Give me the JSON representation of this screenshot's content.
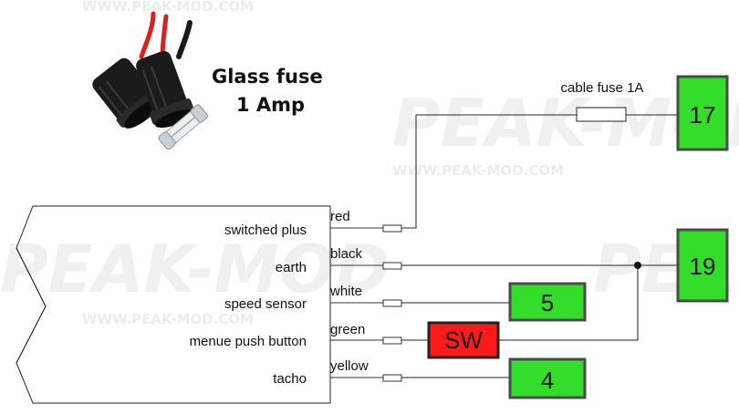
{
  "watermark": {
    "url": "WWW.PEAK-MOD.COM",
    "brand": "PEAK-MOD"
  },
  "fuse_photo": {
    "title_line1": "Glass fuse",
    "title_line2": "1 Amp"
  },
  "cable_fuse": {
    "label": "cable fuse 1A"
  },
  "pins": [
    {
      "name": "switched plus",
      "wire": "red"
    },
    {
      "name": "earth",
      "wire": "black"
    },
    {
      "name": "speed sensor",
      "wire": "white"
    },
    {
      "name": "menue push button",
      "wire": "green"
    },
    {
      "name": "tacho",
      "wire": "yellow"
    }
  ],
  "terminals": {
    "t17": "17",
    "t19": "19",
    "t5": "5",
    "sw": "SW",
    "t4": "4"
  },
  "colors": {
    "terminal_green": "#33dd2a",
    "switch_red": "#ff1a1a",
    "wire_red": "#d8201c"
  }
}
